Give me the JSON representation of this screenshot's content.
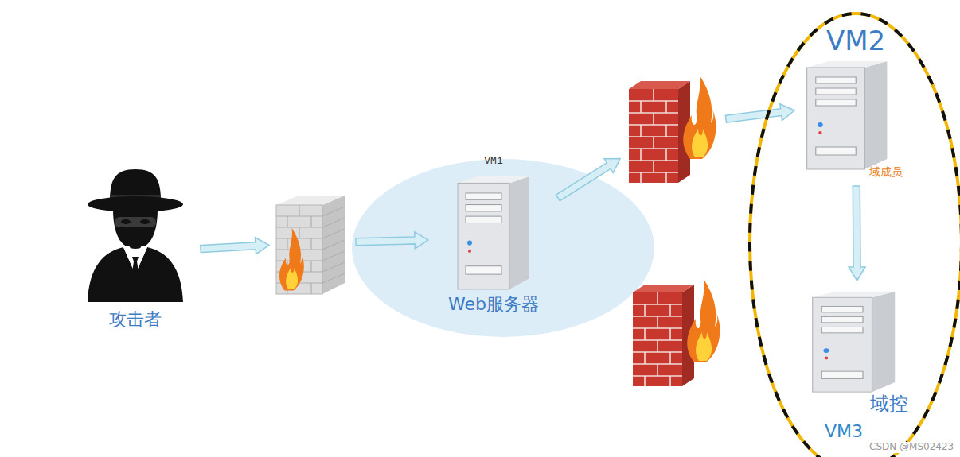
{
  "diagram": {
    "nodes": [
      {
        "text": [
          "攻击者"
        ]
      },
      {
        "text": []
      },
      {
        "text": [
          "VM1",
          "Web服务器"
        ]
      },
      {
        "text": []
      },
      {
        "text": []
      },
      {
        "text": []
      },
      {
        "text": [
          "VM2",
          "域成员"
        ],
        "in": 5
      },
      {
        "text": [
          "域控",
          "VM3"
        ],
        "in": 5
      }
    ],
    "edges": [
      {
        "from": 0,
        "to": 1,
        "arrow": "to"
      },
      {
        "from": 1,
        "to": 2,
        "arrow": "to"
      },
      {
        "from": 2,
        "to": 3,
        "arrow": "to"
      },
      {
        "from": 3,
        "to": 6,
        "arrow": "to"
      },
      {
        "from": 6,
        "to": 7,
        "arrow": "to"
      }
    ],
    "labels": [
      "CSDN @MS02423"
    ]
  }
}
